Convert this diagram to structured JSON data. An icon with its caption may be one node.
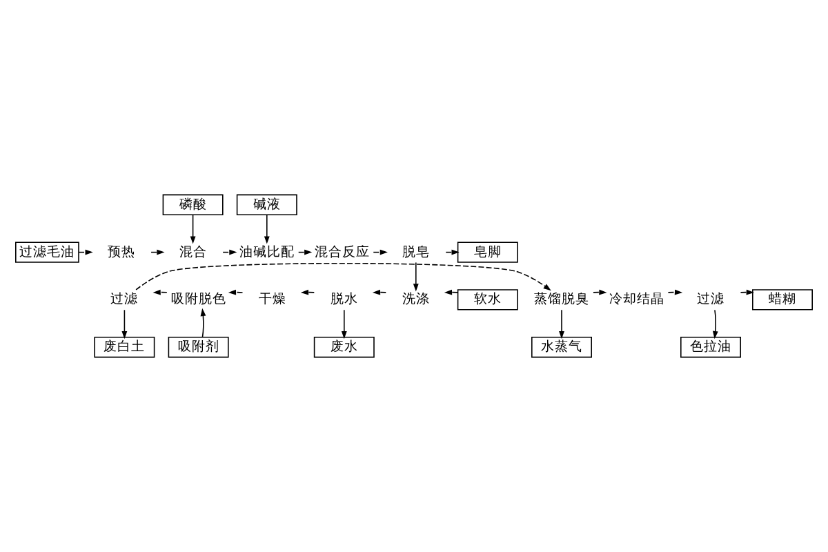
{
  "diagram": {
    "nodes": [
      {
        "text": [
          "磷酸"
        ]
      },
      {
        "text": [
          "碱液"
        ]
      },
      {
        "text": [
          "过滤毛油"
        ]
      },
      {
        "text": [
          "预热"
        ]
      },
      {
        "text": [
          "混合"
        ]
      },
      {
        "text": [
          "油碱比配"
        ]
      },
      {
        "text": [
          "混合反应"
        ]
      },
      {
        "text": [
          "脱皂"
        ]
      },
      {
        "text": [
          "皂脚"
        ]
      },
      {
        "text": [
          "蜡糊"
        ]
      },
      {
        "text": [
          "过滤"
        ]
      },
      {
        "text": [
          "冷却结晶"
        ]
      },
      {
        "text": [
          "蒸馏脱臭"
        ]
      },
      {
        "text": [
          "过滤"
        ]
      },
      {
        "text": [
          "吸附脱色"
        ]
      },
      {
        "text": [
          "干燥"
        ]
      },
      {
        "text": [
          "脱水"
        ]
      },
      {
        "text": [
          "洗涤"
        ]
      },
      {
        "text": [
          "软水"
        ]
      },
      {
        "text": [
          "色拉油"
        ]
      },
      {
        "text": [
          "水蒸气"
        ]
      },
      {
        "text": [
          "废白土"
        ]
      },
      {
        "text": [
          "吸附剂"
        ]
      },
      {
        "text": [
          "废水"
        ]
      }
    ],
    "edges": [
      {
        "from": 0,
        "to": 4,
        "arrow": "to"
      },
      {
        "from": 1,
        "to": 5,
        "arrow": "to"
      },
      {
        "from": 2,
        "to": 3,
        "arrow": "to",
        "style": "dashed"
      },
      {
        "from": 3,
        "to": 4,
        "arrow": "to",
        "style": "dashed"
      },
      {
        "from": 4,
        "to": 5,
        "arrow": "to",
        "style": "dashed"
      },
      {
        "from": 5,
        "to": 6,
        "arrow": "to",
        "style": "dashed"
      },
      {
        "from": 6,
        "to": 7,
        "arrow": "to",
        "style": "dashed"
      },
      {
        "from": 7,
        "to": 8,
        "arrow": "to",
        "style": "dashed"
      },
      {
        "from": 7,
        "to": 17,
        "arrow": "to"
      },
      {
        "from": 18,
        "to": 17,
        "arrow": "to",
        "style": "dashed"
      },
      {
        "from": 17,
        "to": 16,
        "arrow": "to",
        "style": "dashed"
      },
      {
        "from": 16,
        "to": 15,
        "arrow": "to",
        "style": "dashed"
      },
      {
        "from": 15,
        "to": 14,
        "arrow": "to",
        "style": "dashed"
      },
      {
        "from": 14,
        "to": 13,
        "arrow": "to",
        "style": "dashed"
      },
      {
        "from": 13,
        "to": 12,
        "arrow": "to",
        "style": "dashed"
      },
      {
        "from": 12,
        "to": 11,
        "arrow": "to",
        "style": "dashed"
      },
      {
        "from": 11,
        "to": 10,
        "arrow": "to",
        "style": "dashed"
      },
      {
        "from": 10,
        "to": 9,
        "arrow": "to",
        "style": "dashed"
      },
      {
        "from": 10,
        "to": 19,
        "arrow": "to"
      },
      {
        "from": 12,
        "to": 20,
        "arrow": "to"
      },
      {
        "from": 13,
        "to": 21,
        "arrow": "to"
      },
      {
        "from": 22,
        "to": 14,
        "arrow": "to"
      },
      {
        "from": 16,
        "to": 23,
        "arrow": "to"
      }
    ]
  }
}
